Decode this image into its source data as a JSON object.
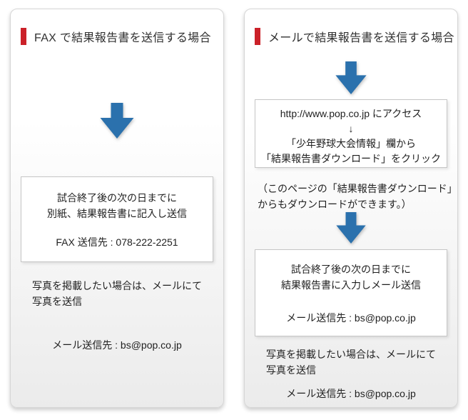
{
  "colors": {
    "accent_red": "#cb2129",
    "arrow_blue": "#2b71ad"
  },
  "left_panel": {
    "title": "FAX で結果報告書を送信する場合",
    "result_box": {
      "line1": "試合終了後の次の日までに",
      "line2": "別紙、結果報告書に記入し送信",
      "fax_line": "FAX 送信先 : 078-222-2251"
    },
    "photo_note": {
      "line1": "写真を掲載したい場合は、メールにて",
      "line2": "写真を送信"
    },
    "mail_line": "メール送信先 : bs@pop.co.jp"
  },
  "right_panel": {
    "title": "メールで結果報告書を送信する場合",
    "access_box": {
      "line1": "http://www.pop.co.jp にアクセス",
      "line2": "↓",
      "line3": "「少年野球大会情報」欄から",
      "line4": "「結果報告書ダウンロード」をクリック"
    },
    "paren_note": {
      "line1": "（このページの「結果報告書ダウンロード」",
      "line2": "からもダウンロードができます。）"
    },
    "result_box": {
      "line1": "試合終了後の次の日までに",
      "line2": "結果報告書に入力しメール送信",
      "mail_line": "メール送信先 : bs@pop.co.jp"
    },
    "photo_note": {
      "line1": "写真を掲載したい場合は、メールにて",
      "line2": "写真を送信"
    },
    "mail_line": "メール送信先 : bs@pop.co.jp"
  }
}
